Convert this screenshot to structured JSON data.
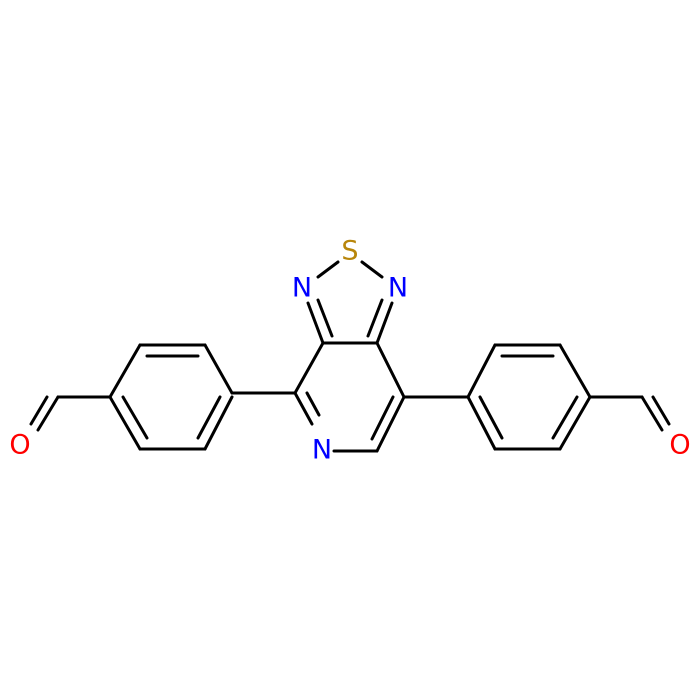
{
  "molecule": {
    "atoms": [
      {
        "id": "S1",
        "label": "S",
        "color": "#b8860b"
      },
      {
        "id": "N_left",
        "label": "N",
        "color": "#0000ff"
      },
      {
        "id": "N_right",
        "label": "N",
        "color": "#0000ff"
      },
      {
        "id": "N_py",
        "label": "N",
        "color": "#0000ff"
      },
      {
        "id": "O_left",
        "label": "O",
        "color": "#ff0000"
      },
      {
        "id": "O_right",
        "label": "O",
        "color": "#ff0000"
      }
    ],
    "bond_color": "#000000"
  }
}
